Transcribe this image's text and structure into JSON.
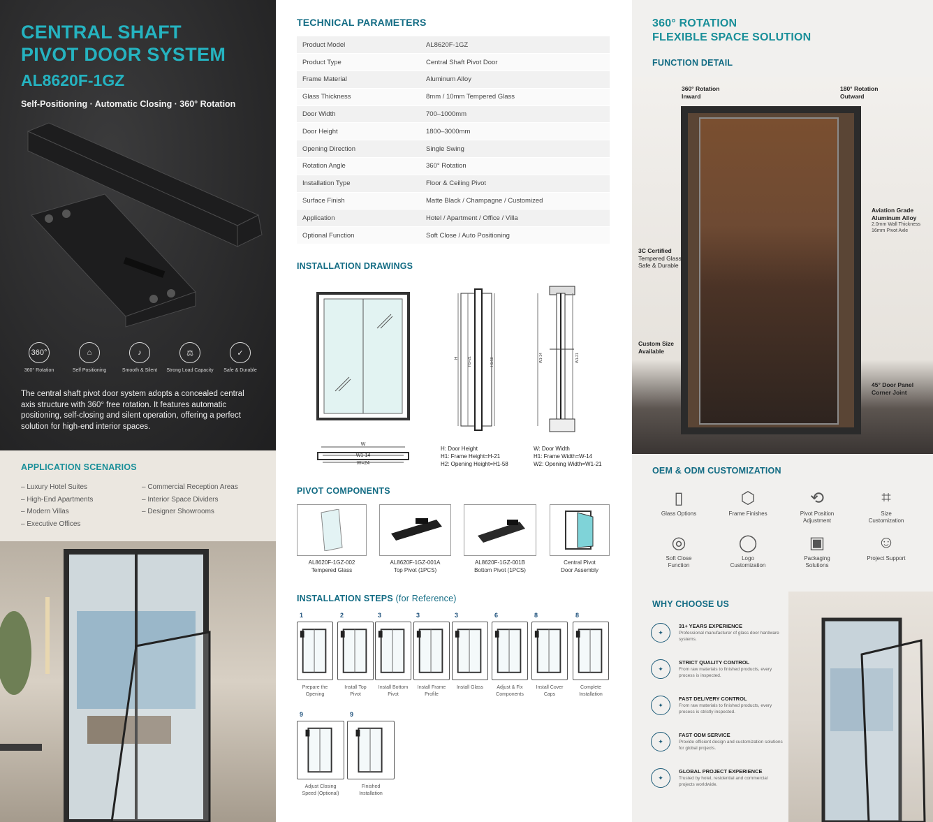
{
  "hero": {
    "title_line1": "CENTRAL SHAFT",
    "title_line2": "PIVOT DOOR SYSTEM",
    "model": "AL8620F-1GZ",
    "tagline": "Self-Positioning · Automatic Closing · 360° Rotation",
    "features": [
      {
        "icon": "rotation-360-icon",
        "label": "360° Rotation",
        "glyph": "360°"
      },
      {
        "icon": "self-positioning-icon",
        "label": "Self Positioning",
        "glyph": "⌂"
      },
      {
        "icon": "smooth-silent-icon",
        "label": "Smooth & Silent",
        "glyph": "♪"
      },
      {
        "icon": "load-capacity-icon",
        "label": "Strong Load Capacity",
        "glyph": "⚖"
      },
      {
        "icon": "safe-durable-icon",
        "label": "Safe & Durable",
        "glyph": "✓"
      }
    ],
    "description": "The central shaft pivot door system adopts a concealed central axis structure with 360° free rotation. It features automatic positioning, self-closing and silent operation, offering a perfect solution for high-end interior spaces."
  },
  "applications": {
    "title": "APPLICATION SCENARIOS",
    "col1": [
      "– Luxury Hotel Suites",
      "– High-End Apartments",
      "– Modern Villas",
      "– Executive Offices"
    ],
    "col2": [
      "– Commercial Reception Areas",
      "– Interior Space Dividers",
      "– Designer Showrooms"
    ]
  },
  "technical": {
    "title": "TECHNICAL PARAMETERS",
    "rows": [
      [
        "Product Model",
        "AL8620F-1GZ"
      ],
      [
        "Product Type",
        "Central Shaft Pivot Door"
      ],
      [
        "Frame Material",
        "Aluminum Alloy"
      ],
      [
        "Glass Thickness",
        "8mm / 10mm Tempered Glass"
      ],
      [
        "Door Width",
        "700–1000mm"
      ],
      [
        "Door Height",
        "1800–3000mm"
      ],
      [
        "Opening Direction",
        "Single Swing"
      ],
      [
        "Rotation Angle",
        "360° Rotation"
      ],
      [
        "Installation Type",
        "Floor & Ceiling Pivot"
      ],
      [
        "Surface Finish",
        "Matte Black / Champagne / Customized"
      ],
      [
        "Application",
        "Hotel / Apartment / Office / Villa"
      ],
      [
        "Optional Function",
        "Soft Close / Auto Positioning"
      ]
    ]
  },
  "drawings": {
    "title": "INSTALLATION DRAWINGS",
    "w_label": "W",
    "w1_label": "W1-14",
    "w2_label": "W=24",
    "h_labels": [
      "H",
      "H1=21",
      "H1-58"
    ],
    "w_side_labels": [
      "W1-14",
      "W1-21"
    ],
    "note1": [
      "H: Door Height",
      "H1: Frame Height=H-21",
      "H2: Opening Height=H1-58"
    ],
    "note2": [
      "W: Door Width",
      "H1: Frame Width=W-14",
      "W2: Opening Width=W1-21"
    ]
  },
  "components": {
    "title": "PIVOT COMPONENTS",
    "items": [
      {
        "code": "AL8620F-1GZ-002",
        "name": "Tempered Glass"
      },
      {
        "code": "AL8620F-1GZ-001A",
        "name": "Top Pivot (1PCS)"
      },
      {
        "code": "AL8620F-1GZ-001B",
        "name": "Bottom Pivot (1PCS)"
      },
      {
        "code": "Central Pivot",
        "name": "Door Assembly"
      }
    ]
  },
  "steps": {
    "title": "INSTALLATION STEPS",
    "subtitle": "(for Reference)",
    "items": [
      {
        "num": "1",
        "line1": "Prepare the",
        "line2": "Opening"
      },
      {
        "num": "2",
        "line1": "Install Top",
        "line2": "Pivot"
      },
      {
        "num": "3",
        "line1": "Install Bottom",
        "line2": "Pivot"
      },
      {
        "num": "3",
        "line1": "Install Frame",
        "line2": "Profile"
      },
      {
        "num": "3",
        "line1": "Install Glass",
        "line2": ""
      },
      {
        "num": "6",
        "line1": "Adjust & Fix",
        "line2": "Components"
      },
      {
        "num": "8",
        "line1": "Install Cover",
        "line2": "Caps"
      },
      {
        "num": "8",
        "line1": "Complete",
        "line2": "Installation"
      },
      {
        "num": "9",
        "line1": "Adjust Closing",
        "line2": "Speed (Optional)"
      },
      {
        "num": "9",
        "line1": "Finished",
        "line2": "Installation"
      }
    ]
  },
  "right": {
    "title_line1": "360° ROTATION",
    "title_line2": "FLEXIBLE SPACE SOLUTION",
    "function_title": "FUNCTION DETAIL",
    "annotations": [
      {
        "b": "360° Rotation",
        "s": "Inward"
      },
      {
        "b": "180° Rotation",
        "s": "Outward"
      },
      {
        "b": "Aviation Grade",
        "s": "Aluminum Alloy",
        "d1": "2.0mm Wall Thickness",
        "d2": "16mm Pivot Axle"
      },
      {
        "b": "3C Certified",
        "s": "Tempered Glass",
        "d1": "Safe & Durable"
      },
      {
        "b": "Custom Size",
        "s": "Available"
      },
      {
        "b": "45° Door Panel",
        "s": "Corner Joint"
      }
    ],
    "oem_title": "OEM & ODM CUSTOMIZATION",
    "oem": [
      {
        "icon": "glass-options-icon",
        "l1": "Glass Options",
        "l2": ""
      },
      {
        "icon": "frame-finishes-icon",
        "l1": "Frame Finishes",
        "l2": ""
      },
      {
        "icon": "pivot-position-icon",
        "l1": "Pivot Position",
        "l2": "Adjustment"
      },
      {
        "icon": "size-customization-icon",
        "l1": "Size",
        "l2": "Customization"
      },
      {
        "icon": "soft-close-icon",
        "l1": "Soft Close",
        "l2": "Function"
      },
      {
        "icon": "logo-customization-icon",
        "l1": "Logo",
        "l2": "Customization"
      },
      {
        "icon": "packaging-icon",
        "l1": "Packaging",
        "l2": "Solutions"
      },
      {
        "icon": "project-support-icon",
        "l1": "Project Support",
        "l2": ""
      }
    ],
    "why_title": "WHY CHOOSE US",
    "why": [
      {
        "t": "31+ YEARS EXPERIENCE",
        "d": "Professional manufacturer of glass door hardware systems."
      },
      {
        "t": "STRICT QUALITY CONTROL",
        "d": "From raw materials to finished products, every process is inspected."
      },
      {
        "t": "FAST DELIVERY CONTROL",
        "d": "From raw materials to finished products, every process is strictly inspected."
      },
      {
        "t": "FAST ODM SERVICE",
        "d": "Provide efficient design and customization solutions for global projects."
      },
      {
        "t": "GLOBAL PROJECT EXPERIENCE",
        "d": "Trusted by hotel, residential and commercial projects worldwide."
      }
    ]
  }
}
